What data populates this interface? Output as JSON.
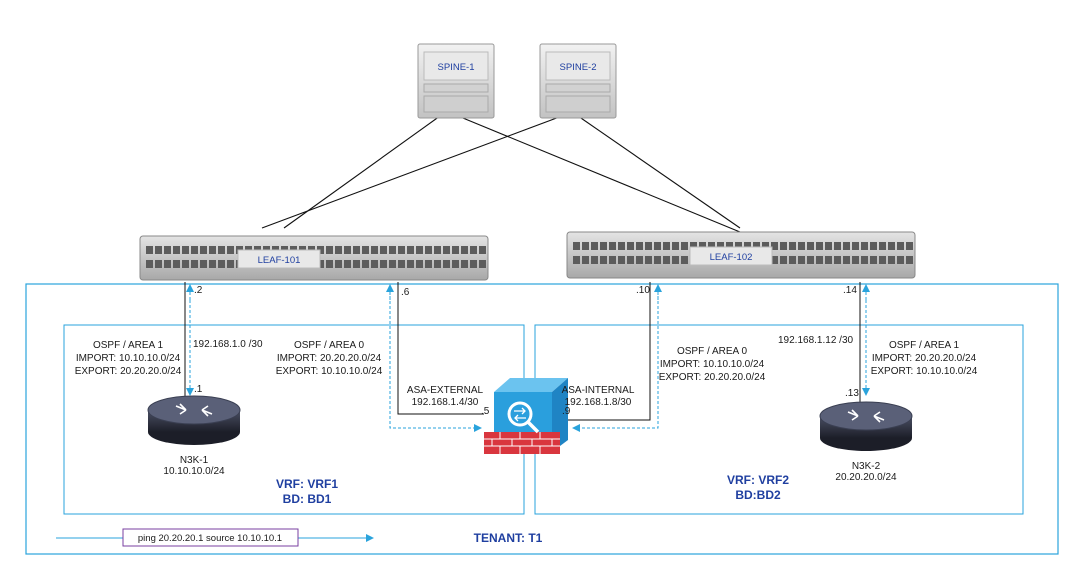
{
  "devices": {
    "spine1": "SPINE-1",
    "spine2": "SPINE-2",
    "leaf101": "LEAF-101",
    "leaf102": "LEAF-102",
    "n3k1": "N3K-1",
    "n3k1_net": "10.10.10.0/24",
    "n3k2": "N3K-2",
    "n3k2_net": "20.20.20.0/24"
  },
  "ports": {
    "leaf101_to_n3k1": ".2",
    "leaf101_to_asa": ".6",
    "leaf102_to_asa": ".10",
    "leaf102_to_n3k2": ".14",
    "n3k1": ".1",
    "asa_external": ".5",
    "asa_internal": ".9",
    "n3k2": ".13"
  },
  "subnets": {
    "n3k1_link": "192.168.1.0 /30",
    "n3k2_link": "192.168.1.12 /30"
  },
  "asa": {
    "external_name": "ASA-EXTERNAL",
    "external_net": "192.168.1.4/30",
    "internal_name": "ASA-INTERNAL",
    "internal_net": "192.168.1.8/30"
  },
  "routing": {
    "n3k1": [
      "OSPF / AREA 1",
      "IMPORT: 10.10.10.0/24",
      "EXPORT: 20.20.20.0/24"
    ],
    "asa_ext": [
      "OSPF / AREA 0",
      "IMPORT: 20.20.20.0/24",
      "EXPORT: 10.10.10.0/24"
    ],
    "asa_int": [
      "OSPF / AREA 0",
      "IMPORT: 10.10.10.0/24",
      "EXPORT: 20.20.20.0/24"
    ],
    "n3k2": [
      "OSPF / AREA 1",
      "IMPORT: 20.20.20.0/24",
      "EXPORT: 10.10.10.0/24"
    ]
  },
  "vrf1": {
    "vrf": "VRF: VRF1",
    "bd": "BD: BD1"
  },
  "vrf2": {
    "vrf": "VRF: VRF2",
    "bd": "BD:BD2"
  },
  "tenant": "TENANT: T1",
  "ping": "ping 20.20.20.1 source 10.10.10.1",
  "colors": {
    "box": "#2aa3dc",
    "link": "#111111",
    "dash": "#2aa3dc",
    "label": "#1f3fa0"
  }
}
